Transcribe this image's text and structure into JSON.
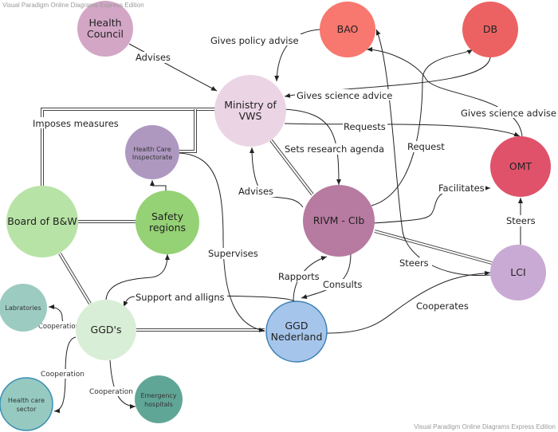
{
  "watermark": "Visual Paradigm Online Diagrams Express Edition",
  "nodes": {
    "health_council": [
      "Health",
      "Council"
    ],
    "bao": "BAO",
    "db": "DB",
    "ministry": [
      "Ministry of",
      "VWS"
    ],
    "inspectorate": [
      "Health Care",
      "Inspectorate"
    ],
    "omt": "OMT",
    "board": "Board of B&W",
    "safety": [
      "Safety",
      "regions"
    ],
    "rivm": "RIVM - CIb",
    "lci": "LCI",
    "labs": "Labratories",
    "ggds": "GGD's",
    "ggd_nl": [
      "GGD",
      "Nederland"
    ],
    "hc_sector": [
      "Health care",
      "sector"
    ],
    "emergency": [
      "Emergency",
      "hospitals"
    ]
  },
  "edges": {
    "advises_hc": "Advises",
    "gives_policy": "Gives policy advise",
    "gives_science": "Gives science advice",
    "imposes": "Imposes measures",
    "requests": "Requests",
    "gives_science_omt": "Gives science advise",
    "sets_agenda": "Sets research agenda",
    "request": "Request",
    "advises_rivm": "Advises",
    "facilitates": "Facilitates",
    "steers_omt": "Steers",
    "supervises": "Supervises",
    "steers_lci": "Steers",
    "rapports": "Rapports",
    "consults": "Consults",
    "support": "Support and alligns",
    "cooperates": "Cooperates",
    "coop_labs": "Cooperation",
    "coop_sector": "Cooperation",
    "coop_emerg": "Cooperation"
  }
}
